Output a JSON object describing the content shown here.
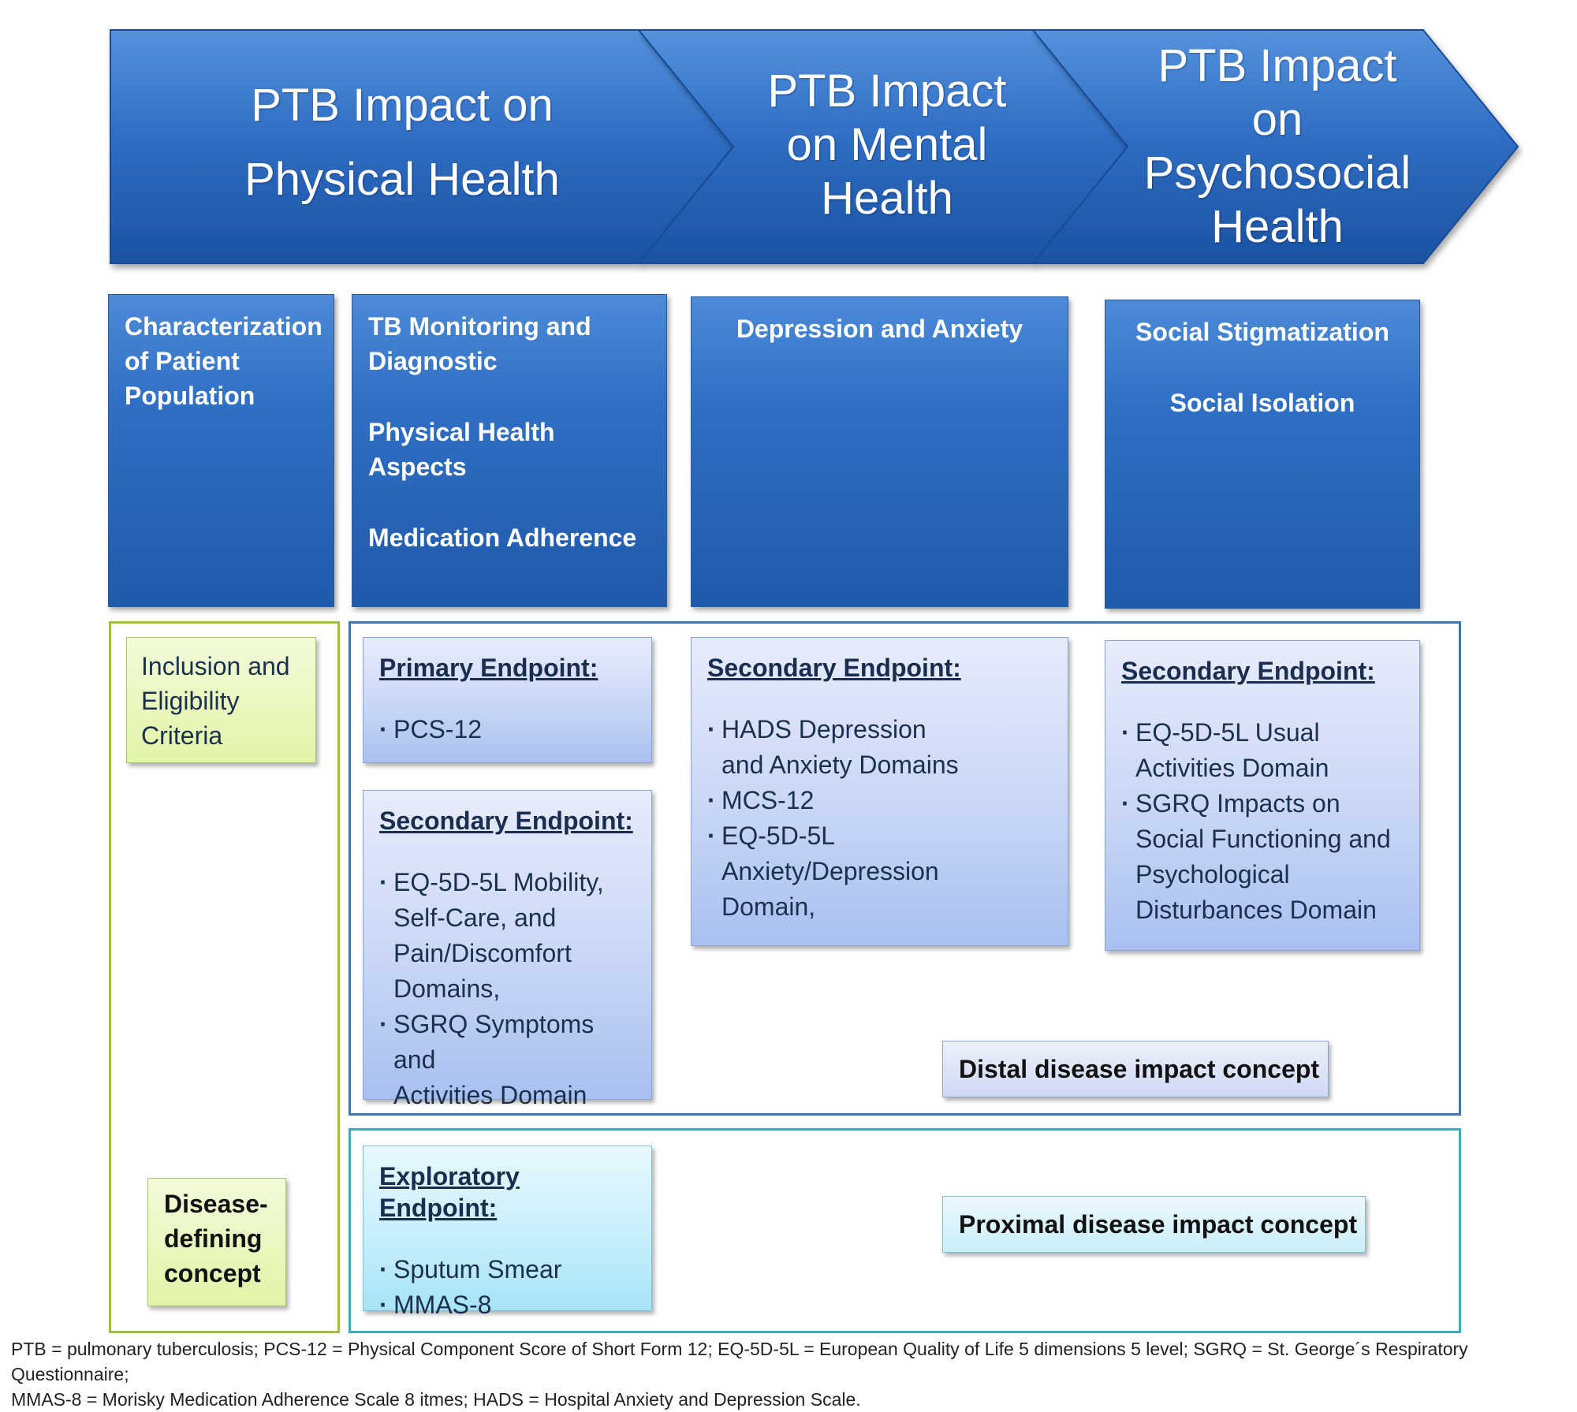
{
  "chevrons": [
    {
      "title_lines": [
        "PTB Impact on",
        "Physical Health"
      ]
    },
    {
      "title_lines": [
        "PTB Impact",
        "on Mental",
        "Health"
      ]
    },
    {
      "title_lines": [
        "PTB Impact",
        "on",
        "Psychosocial",
        "Health"
      ]
    }
  ],
  "topics": {
    "population": [
      "Characterization",
      "of Patient",
      "Population"
    ],
    "physical": [
      "TB Monitoring and",
      "Diagnostic",
      "Physical Health Aspects",
      "Medication Adherence"
    ],
    "mental": [
      "Depression and Anxiety"
    ],
    "psychosocial": [
      "Social Stigmatization",
      "Social Isolation"
    ]
  },
  "inclusion": [
    "Inclusion and",
    "Eligibility",
    "Criteria"
  ],
  "disease_defining": [
    "Disease-",
    "defining",
    "concept"
  ],
  "endpoints": {
    "primary": {
      "heading": "Primary Endpoint:",
      "items": [
        "PCS-12"
      ]
    },
    "secondary_physical": {
      "heading": "Secondary Endpoint:",
      "items": [
        [
          "EQ-5D-5L Mobility,",
          "Self-Care, and",
          "Pain/Discomfort",
          "Domains,"
        ],
        [
          "SGRQ Symptoms and",
          "Activities Domain"
        ]
      ]
    },
    "secondary_mental": {
      "heading": "Secondary Endpoint:",
      "items": [
        [
          "HADS Depression",
          "and Anxiety Domains"
        ],
        [
          "MCS-12"
        ],
        [
          "EQ-5D-5L Anxiety/Depression",
          "Domain,"
        ]
      ]
    },
    "secondary_psychosocial": {
      "heading": "Secondary Endpoint:",
      "items": [
        [
          "EQ-5D-5L Usual",
          "Activities Domain"
        ],
        [
          "SGRQ Impacts on",
          "Social Functioning and",
          "Psychological",
          "Disturbances Domain"
        ]
      ]
    },
    "exploratory": {
      "heading": "Exploratory Endpoint:",
      "items": [
        [
          "Sputum Smear"
        ],
        [
          "MMAS-8"
        ]
      ]
    }
  },
  "concepts": {
    "distal": "Distal disease impact concept",
    "proximal": "Proximal disease impact concept"
  },
  "footnote": [
    "PTB = pulmonary tuberculosis; PCS-12 = Physical Component Score of Short Form 12; EQ-5D-5L = European Quality of Life 5 dimensions 5 level; SGRQ = St. George´s Respiratory Questionnaire;",
    "MMAS-8 = Morisky Medication Adherence Scale 8 itmes; HADS = Hospital Anxiety and Depression Scale."
  ],
  "colors": {
    "chevron_dark": "#1f5aab",
    "chevron_light": "#4d8ad8",
    "endpoint_blue": "#c9d6f6",
    "endpoint_cyan": "#c4eefb",
    "green": "#e2f4a8",
    "distal_frame": "#3d78b6",
    "proximal_frame": "#48a6b8",
    "population_frame": "#9cbf4c"
  }
}
